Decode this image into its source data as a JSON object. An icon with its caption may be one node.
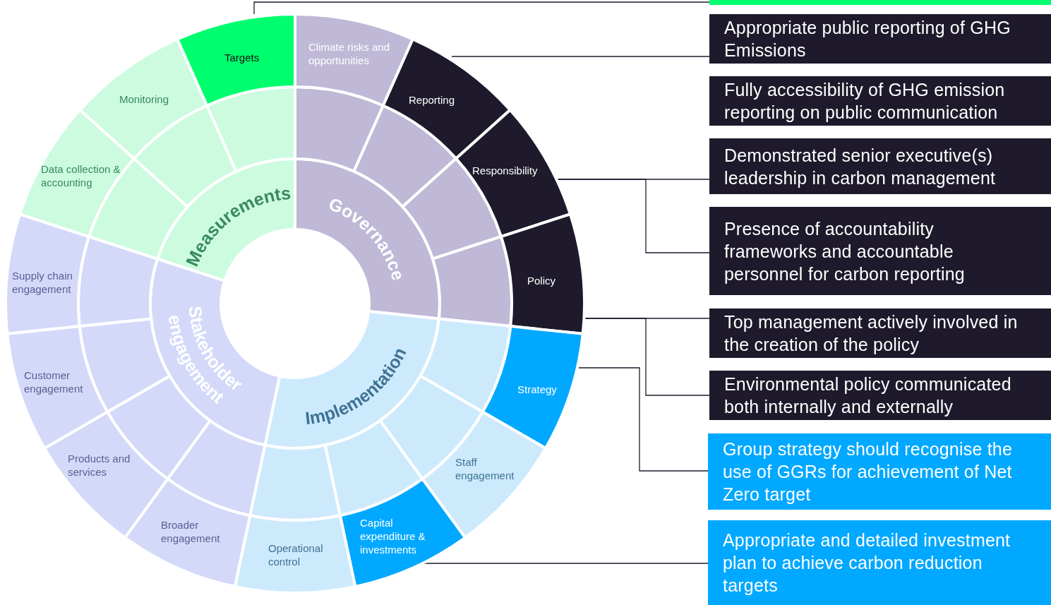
{
  "diagram": {
    "nodes": [
      {
        "text": [
          "Governance"
        ]
      },
      {
        "text": [
          "Implementation"
        ]
      },
      {
        "text": [
          "Stakeholder engagement"
        ]
      },
      {
        "text": [
          "Measurements"
        ]
      },
      {
        "text": [],
        "shape": "segment"
      },
      {
        "text": [],
        "shape": "segment"
      },
      {
        "text": [],
        "shape": "segment"
      },
      {
        "text": [],
        "shape": "segment"
      },
      {
        "text": [],
        "shape": "segment"
      },
      {
        "text": [],
        "shape": "segment"
      },
      {
        "text": [],
        "shape": "segment"
      },
      {
        "text": [],
        "shape": "segment"
      },
      {
        "text": [],
        "shape": "segment"
      },
      {
        "text": [],
        "shape": "segment"
      },
      {
        "text": [],
        "shape": "segment"
      },
      {
        "text": [],
        "shape": "segment"
      },
      {
        "text": [],
        "shape": "segment"
      },
      {
        "text": [],
        "shape": "segment"
      },
      {
        "text": [],
        "shape": "segment"
      },
      {
        "text": [
          "Climate risks and opportunities"
        ]
      },
      {
        "text": [
          "Reporting"
        ]
      },
      {
        "text": [
          "Responsibility"
        ]
      },
      {
        "text": [
          "Policy"
        ]
      },
      {
        "text": [
          "Strategy"
        ]
      },
      {
        "text": [
          "Staff engagement"
        ]
      },
      {
        "text": [
          "Capital expenditure & investments"
        ]
      },
      {
        "text": [
          "Operational control"
        ]
      },
      {
        "text": [
          "Broader engagement"
        ]
      },
      {
        "text": [
          "Products and services"
        ]
      },
      {
        "text": [
          "Customer engagement"
        ]
      },
      {
        "text": [
          "Supply chain engagement"
        ]
      },
      {
        "text": [
          "Data collection & accounting"
        ]
      },
      {
        "text": [
          "Monitoring"
        ]
      },
      {
        "text": [
          "Targets"
        ]
      },
      {
        "text": [],
        "shape": "box"
      },
      {
        "text": [
          "Appropriate public reporting of GHG Emissions"
        ]
      },
      {
        "text": [
          "Fully accessibility of GHG emission reporting on public communication"
        ]
      },
      {
        "text": [
          "Demonstrated senior executive(s) leadership in carbon management"
        ]
      },
      {
        "text": [
          "Presence of accountability frameworks and accountable personnel for carbon reporting"
        ]
      },
      {
        "text": [
          "Top management actively involved in the creation of the policy"
        ]
      },
      {
        "text": [
          "Environmental policy communicated both internally and externally"
        ]
      },
      {
        "text": [
          "Group strategy should recognise the use of GGRs for achievement of Net Zero target"
        ]
      },
      {
        "text": [
          "Appropriate and detailed investment plan to achieve carbon reduction targets"
        ]
      }
    ],
    "edges": [
      {
        "from": 33,
        "to": 34,
        "arrow": "none"
      },
      {
        "from": 20,
        "to": 35,
        "arrow": "none"
      },
      {
        "from": 21,
        "to": 37,
        "arrow": "none"
      },
      {
        "from": 21,
        "to": 38,
        "arrow": "none"
      },
      {
        "from": 22,
        "to": 39,
        "arrow": "none"
      },
      {
        "from": 22,
        "to": 40,
        "arrow": "none"
      },
      {
        "from": 23,
        "to": 41,
        "arrow": "none"
      },
      {
        "from": 25,
        "to": 42,
        "arrow": "none"
      }
    ]
  }
}
